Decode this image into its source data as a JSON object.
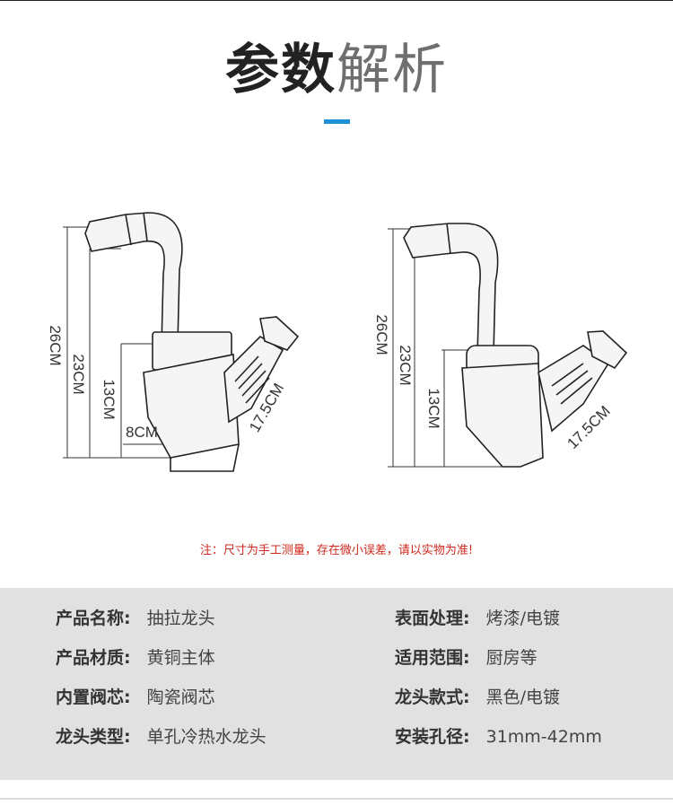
{
  "title": {
    "dark": "参数",
    "light": "解析"
  },
  "diagram_left": {
    "labels": [
      "26CM",
      "23CM",
      "13CM",
      "8CM",
      "17.5CM"
    ]
  },
  "diagram_right": {
    "labels": [
      "26CM",
      "23CM",
      "13CM",
      "17.5CM"
    ]
  },
  "note": "注：尺寸为手工测量，存在微小误差，请以实物为准!",
  "specs": {
    "left": [
      {
        "key": "产品名称:",
        "value": "抽拉龙头"
      },
      {
        "key": "产品材质:",
        "value": "黄铜主体"
      },
      {
        "key": "内置阀芯:",
        "value": "陶瓷阀芯"
      },
      {
        "key": "龙头类型:",
        "value": "单孔冷热水龙头"
      }
    ],
    "right": [
      {
        "key": "表面处理:",
        "value": "烤漆/电镀"
      },
      {
        "key": "适用范围:",
        "value": "厨房等"
      },
      {
        "key": "龙头款式:",
        "value": "黑色/电镀"
      },
      {
        "key": "安装孔径:",
        "value": "31mm-42mm"
      }
    ]
  },
  "colors": {
    "accent": "#1e90d8",
    "note": "#d0281e",
    "panel": "#e1e1e1"
  }
}
